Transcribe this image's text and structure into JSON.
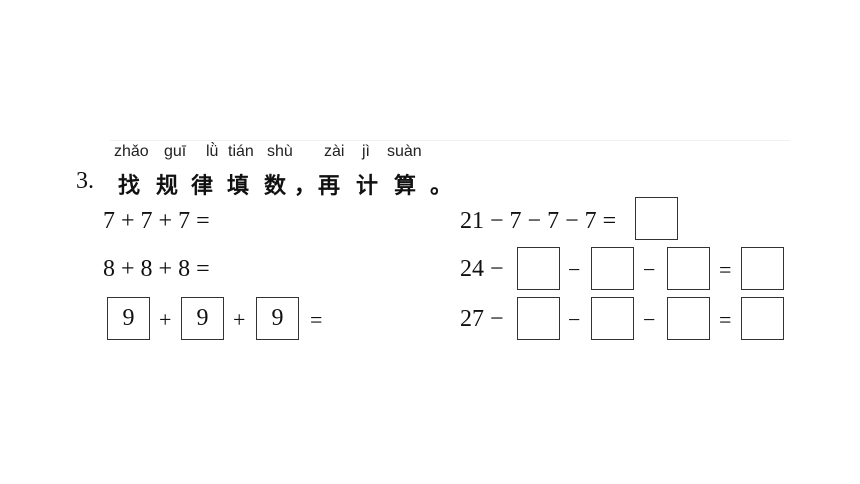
{
  "header": {
    "pinyin": [
      "zhǎo",
      "guī",
      "lǜ",
      "tián",
      "shù",
      "zài",
      "jì",
      "suàn"
    ],
    "number": "3.",
    "chars": [
      "找",
      "规",
      "律",
      "填",
      "数",
      "，",
      "再",
      "计",
      "算",
      "。"
    ]
  },
  "left": {
    "row1": "7 + 7 + 7 =",
    "row2": "8 + 8 + 8 =",
    "row3": {
      "a": "9",
      "b": "9",
      "c": "9",
      "plus": "+",
      "eq": "="
    }
  },
  "right": {
    "row1": "21 − 7 − 7 − 7 =",
    "row2": {
      "start": "24 −",
      "minus": "−",
      "eq": "="
    },
    "row3": {
      "start": "27 −",
      "minus": "−",
      "eq": "="
    }
  }
}
